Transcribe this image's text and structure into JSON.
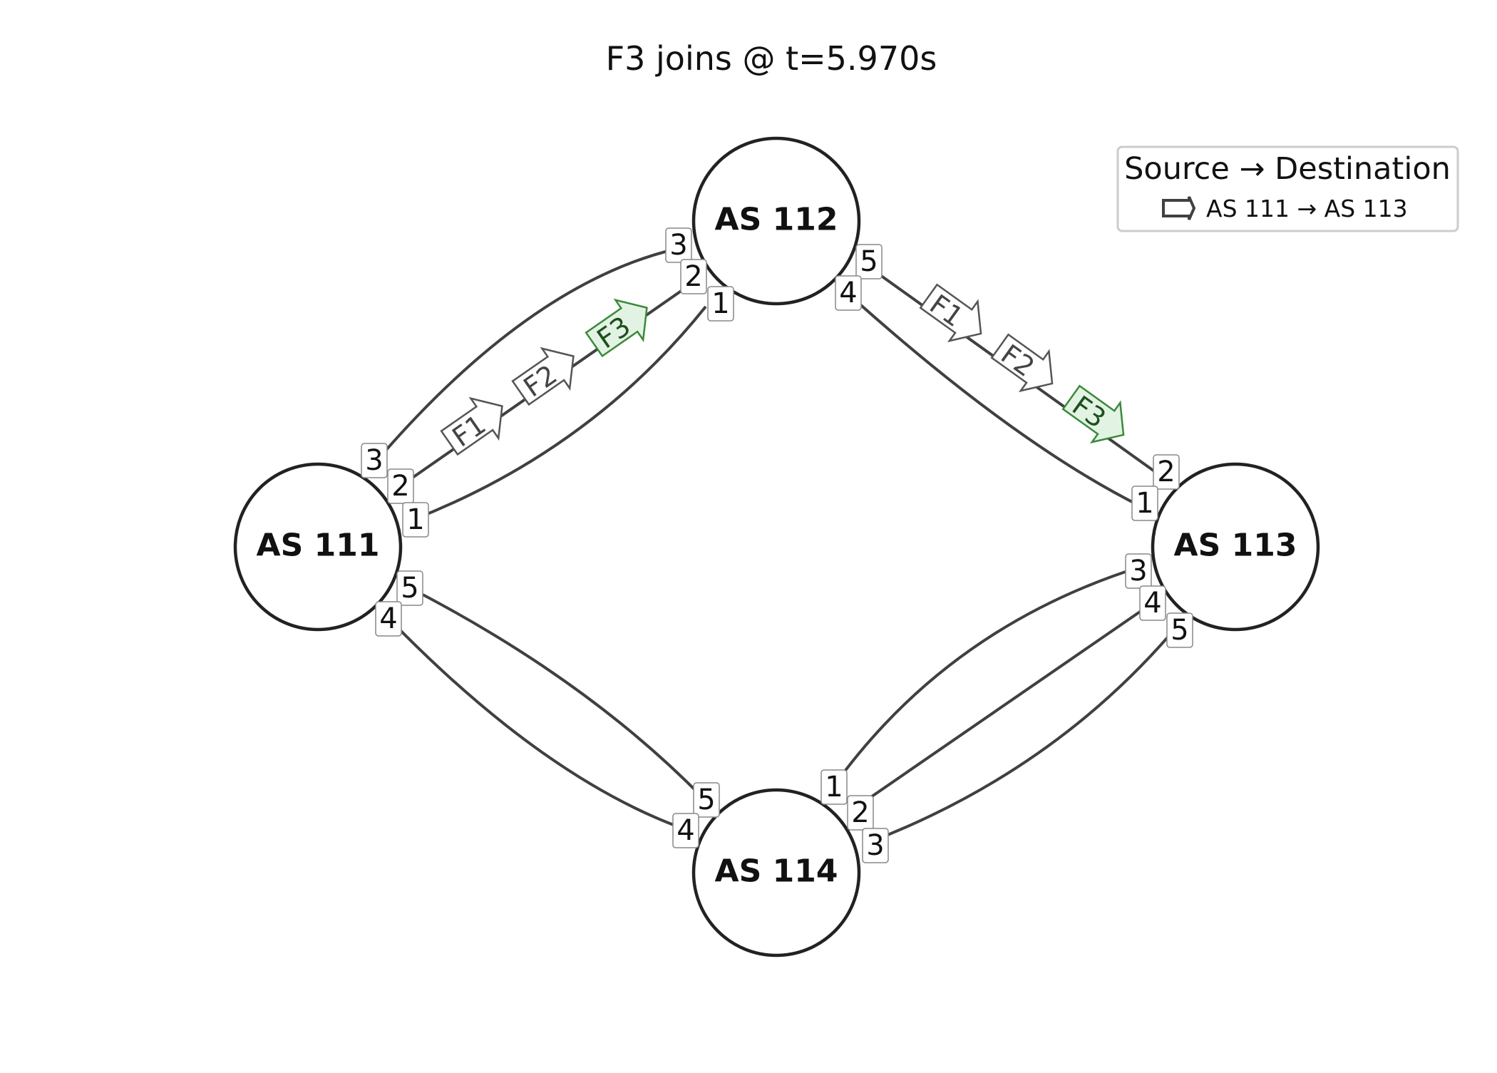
{
  "title": "F3 joins @ t=5.970s",
  "legend": {
    "title": "Source → Destination",
    "entries": [
      {
        "label": "AS 111 → AS 113",
        "icon": "flow-arrow-icon",
        "stroke": "#404040"
      }
    ]
  },
  "nodes": [
    {
      "id": "n111",
      "label": "AS 111"
    },
    {
      "id": "n112",
      "label": "AS 112"
    },
    {
      "id": "n113",
      "label": "AS 113"
    },
    {
      "id": "n114",
      "label": "AS 114"
    }
  ],
  "links": [
    {
      "from": "n111",
      "from_iface": "3",
      "to": "n112",
      "to_iface": "3"
    },
    {
      "from": "n111",
      "from_iface": "2",
      "to": "n112",
      "to_iface": "2"
    },
    {
      "from": "n111",
      "from_iface": "1",
      "to": "n112",
      "to_iface": "1"
    },
    {
      "from": "n112",
      "from_iface": "5",
      "to": "n113",
      "to_iface": "2"
    },
    {
      "from": "n112",
      "from_iface": "4",
      "to": "n113",
      "to_iface": "1"
    },
    {
      "from": "n111",
      "from_iface": "5",
      "to": "n114",
      "to_iface": "5"
    },
    {
      "from": "n111",
      "from_iface": "4",
      "to": "n114",
      "to_iface": "4"
    },
    {
      "from": "n114",
      "from_iface": "1",
      "to": "n113",
      "to_iface": "3"
    },
    {
      "from": "n114",
      "from_iface": "2",
      "to": "n113",
      "to_iface": "4"
    },
    {
      "from": "n114",
      "from_iface": "3",
      "to": "n113",
      "to_iface": "5"
    }
  ],
  "flows": [
    {
      "label": "F1",
      "path": "AS 111 → AS 112 → AS 113",
      "active": false
    },
    {
      "label": "F2",
      "path": "AS 111 → AS 112 → AS 113",
      "active": false
    },
    {
      "label": "F3",
      "path": "AS 111 → AS 112 → AS 113",
      "active": true
    }
  ],
  "colors": {
    "link": "#404040",
    "node_stroke": "#222222",
    "flow_default_fill": "#ffffff",
    "flow_default_stroke": "#555555",
    "flow_active_fill": "#e3f3e3",
    "flow_active_stroke": "#3a8a3a"
  }
}
